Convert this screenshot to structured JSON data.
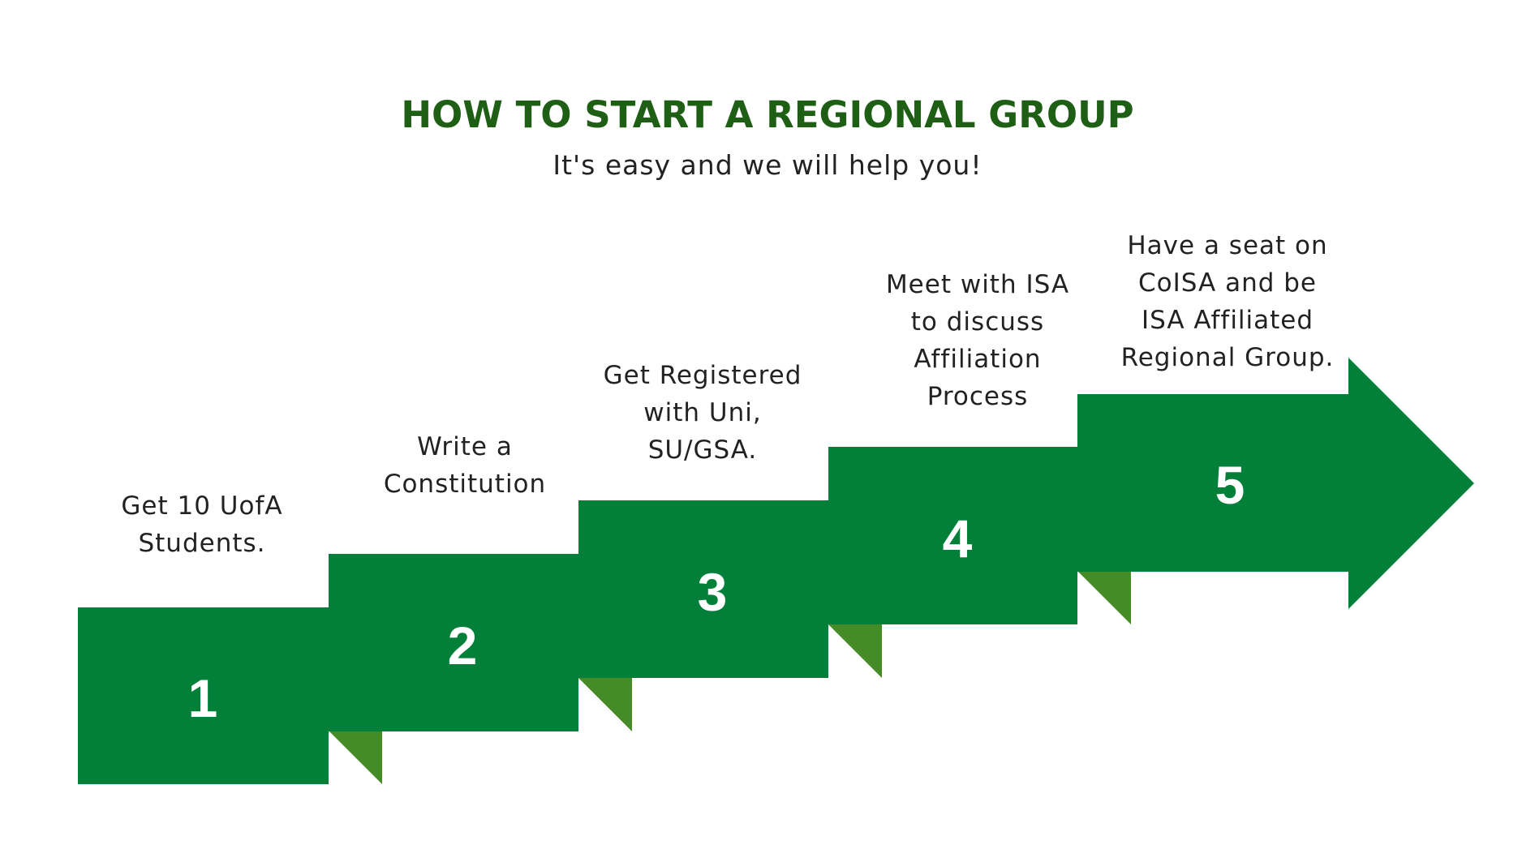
{
  "header": {
    "title": "HOW TO START A REGIONAL GROUP",
    "subtitle": "It's easy and we will help you!"
  },
  "colors": {
    "step_fill": "#02803a",
    "fold_fill": "#468c26",
    "title": "#1f5f15",
    "text": "#222222",
    "number": "#ffffff"
  },
  "steps": [
    {
      "number": "1",
      "label": "Get 10 UofA\nStudents."
    },
    {
      "number": "2",
      "label": "Write a\nConstitution"
    },
    {
      "number": "3",
      "label": "Get Registered\nwith Uni,\nSU/GSA."
    },
    {
      "number": "4",
      "label": "Meet with ISA\nto discuss\nAffiliation\nProcess"
    },
    {
      "number": "5",
      "label": "Have a seat on\nCoISA and be\nISA Affiliated\nRegional Group."
    }
  ]
}
